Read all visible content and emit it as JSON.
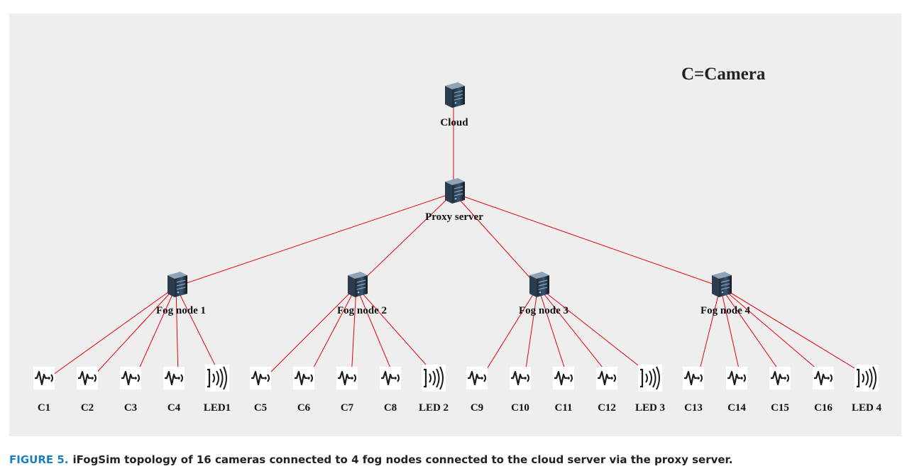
{
  "legend": "C=Camera",
  "caption": {
    "label": "FIGURE 5.",
    "text": "iFogSim topology of 16 cameras connected to 4 fog nodes connected to the cloud server via the proxy server."
  },
  "colors": {
    "link": "#e8000b",
    "canvas_bg": "#eeeeee",
    "figure_label": "#1a7fc1"
  },
  "nodes": {
    "cloud": {
      "label": "Cloud",
      "icon": "server-icon"
    },
    "proxy": {
      "label": "Proxy server",
      "icon": "server-icon"
    },
    "fog_nodes": [
      {
        "label": "Fog node 1",
        "icon": "server-icon",
        "devices": [
          {
            "label": "C1",
            "icon": "camera-sensor-icon"
          },
          {
            "label": "C2",
            "icon": "camera-sensor-icon"
          },
          {
            "label": "C3",
            "icon": "camera-sensor-icon"
          },
          {
            "label": "C4",
            "icon": "camera-sensor-icon"
          },
          {
            "label": "LED1",
            "icon": "led-actuator-icon"
          }
        ]
      },
      {
        "label": "Fog node 2",
        "icon": "server-icon",
        "devices": [
          {
            "label": "C5",
            "icon": "camera-sensor-icon"
          },
          {
            "label": "C6",
            "icon": "camera-sensor-icon"
          },
          {
            "label": "C7",
            "icon": "camera-sensor-icon"
          },
          {
            "label": "C8",
            "icon": "camera-sensor-icon"
          },
          {
            "label": "LED 2",
            "icon": "led-actuator-icon"
          }
        ]
      },
      {
        "label": "Fog node 3",
        "icon": "server-icon",
        "devices": [
          {
            "label": "C9",
            "icon": "camera-sensor-icon"
          },
          {
            "label": "C10",
            "icon": "camera-sensor-icon"
          },
          {
            "label": "C11",
            "icon": "camera-sensor-icon"
          },
          {
            "label": "C12",
            "icon": "camera-sensor-icon"
          },
          {
            "label": "LED 3",
            "icon": "led-actuator-icon"
          }
        ]
      },
      {
        "label": "Fog node 4",
        "icon": "server-icon",
        "devices": [
          {
            "label": "C13",
            "icon": "camera-sensor-icon"
          },
          {
            "label": "C14",
            "icon": "camera-sensor-icon"
          },
          {
            "label": "C15",
            "icon": "camera-sensor-icon"
          },
          {
            "label": "C16",
            "icon": "camera-sensor-icon"
          },
          {
            "label": "LED 4",
            "icon": "led-actuator-icon"
          }
        ]
      }
    ]
  }
}
